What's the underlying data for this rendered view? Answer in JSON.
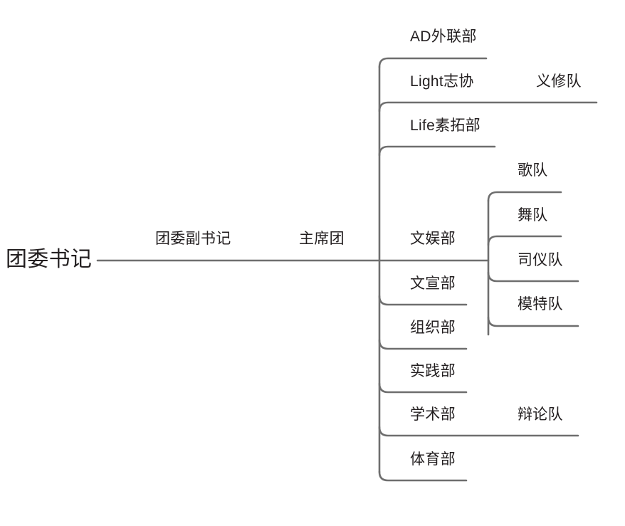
{
  "diagram": {
    "kind": "mind-map",
    "orientation": "left-to-right",
    "background_color": "#ffffff",
    "line_color": "#6e6e6e",
    "text_color": "#231f20",
    "root": {
      "label": "团委书记"
    },
    "trunk_labels": [
      {
        "label": "团委副书记"
      },
      {
        "label": "主席团"
      }
    ],
    "departments": [
      {
        "label": "AD外联部",
        "children": []
      },
      {
        "label": "Light志协",
        "children": [
          {
            "label": "义修队"
          }
        ]
      },
      {
        "label": "Life素拓部",
        "children": []
      },
      {
        "label": "文娱部",
        "children": [
          {
            "label": "歌队"
          },
          {
            "label": "舞队"
          },
          {
            "label": "司仪队"
          },
          {
            "label": "模特队"
          }
        ]
      },
      {
        "label": "文宣部",
        "children": []
      },
      {
        "label": "组织部",
        "children": []
      },
      {
        "label": "实践部",
        "children": []
      },
      {
        "label": "学术部",
        "children": [
          {
            "label": "辩论队"
          }
        ]
      },
      {
        "label": "体育部",
        "children": []
      }
    ]
  },
  "labels": {
    "root": "团委书记",
    "deputy_secretary": "团委副书记",
    "presidium": "主席团",
    "ad_liaison": "AD外联部",
    "light_volunteer": "Light志协",
    "yixiu_team": "义修队",
    "life_quality": "Life素拓部",
    "entertainment": "文娱部",
    "song_team": "歌队",
    "dance_team": "舞队",
    "host_team": "司仪队",
    "model_team": "模特队",
    "publicity": "文宣部",
    "organization": "组织部",
    "practice": "实践部",
    "academic": "学术部",
    "debate_team": "辩论队",
    "sports": "体育部"
  }
}
